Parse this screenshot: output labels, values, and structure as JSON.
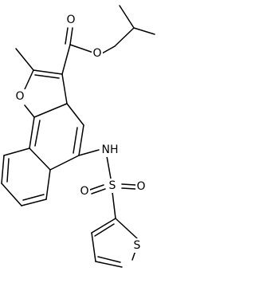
{
  "colors": {
    "bond": "#000000",
    "background": "#ffffff",
    "text": "#000000"
  },
  "atoms": {
    "o_ester_carbonyl": "O",
    "o_ester": "O",
    "o_furan": "O",
    "nh": "NH",
    "s_sulfonyl": "S",
    "o_sulfonyl_left": "O",
    "o_sulfonyl_right": "O",
    "s_thiophene": "S"
  }
}
